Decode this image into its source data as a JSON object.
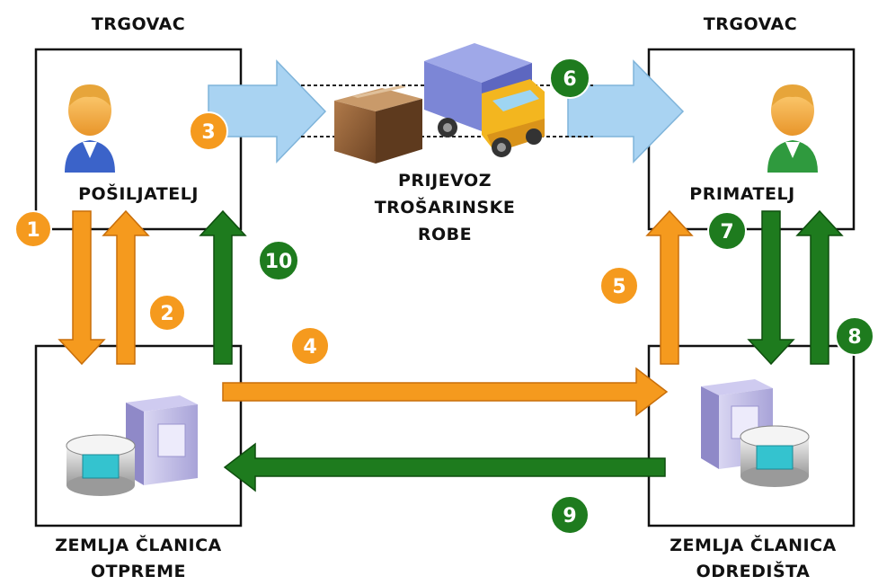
{
  "labels": {
    "trader_left": "TRGOVAC",
    "trader_right": "TRGOVAC",
    "sender": "POŠILJATELJ",
    "receiver": "PRIMATELJ",
    "transport_line1": "PRIJEVOZ",
    "transport_line2": "TROŠARINSKE",
    "transport_line3": "ROBE",
    "member_dispatch_line1": "ZEMLJA ČLANICA",
    "member_dispatch_line2": "OTPREME",
    "member_dest_line1": "ZEMLJA ČLANICA",
    "member_dest_line2": "ODREDIŠTA"
  },
  "steps": {
    "s1": "1",
    "s2": "2",
    "s3": "3",
    "s4": "4",
    "s5": "5",
    "s6": "6",
    "s7": "7",
    "s8": "8",
    "s9": "9",
    "s10": "10"
  },
  "colors": {
    "orange": "#F59A1E",
    "green": "#1E7B1E",
    "light_blue": "#A9D3F2",
    "box_border": "#111111"
  },
  "icons": {
    "sender": "person-orange-icon",
    "receiver": "person-green-icon",
    "package": "package-box-icon",
    "truck": "truck-icon",
    "server_left": "database-server-icon",
    "server_right": "database-server-icon"
  }
}
